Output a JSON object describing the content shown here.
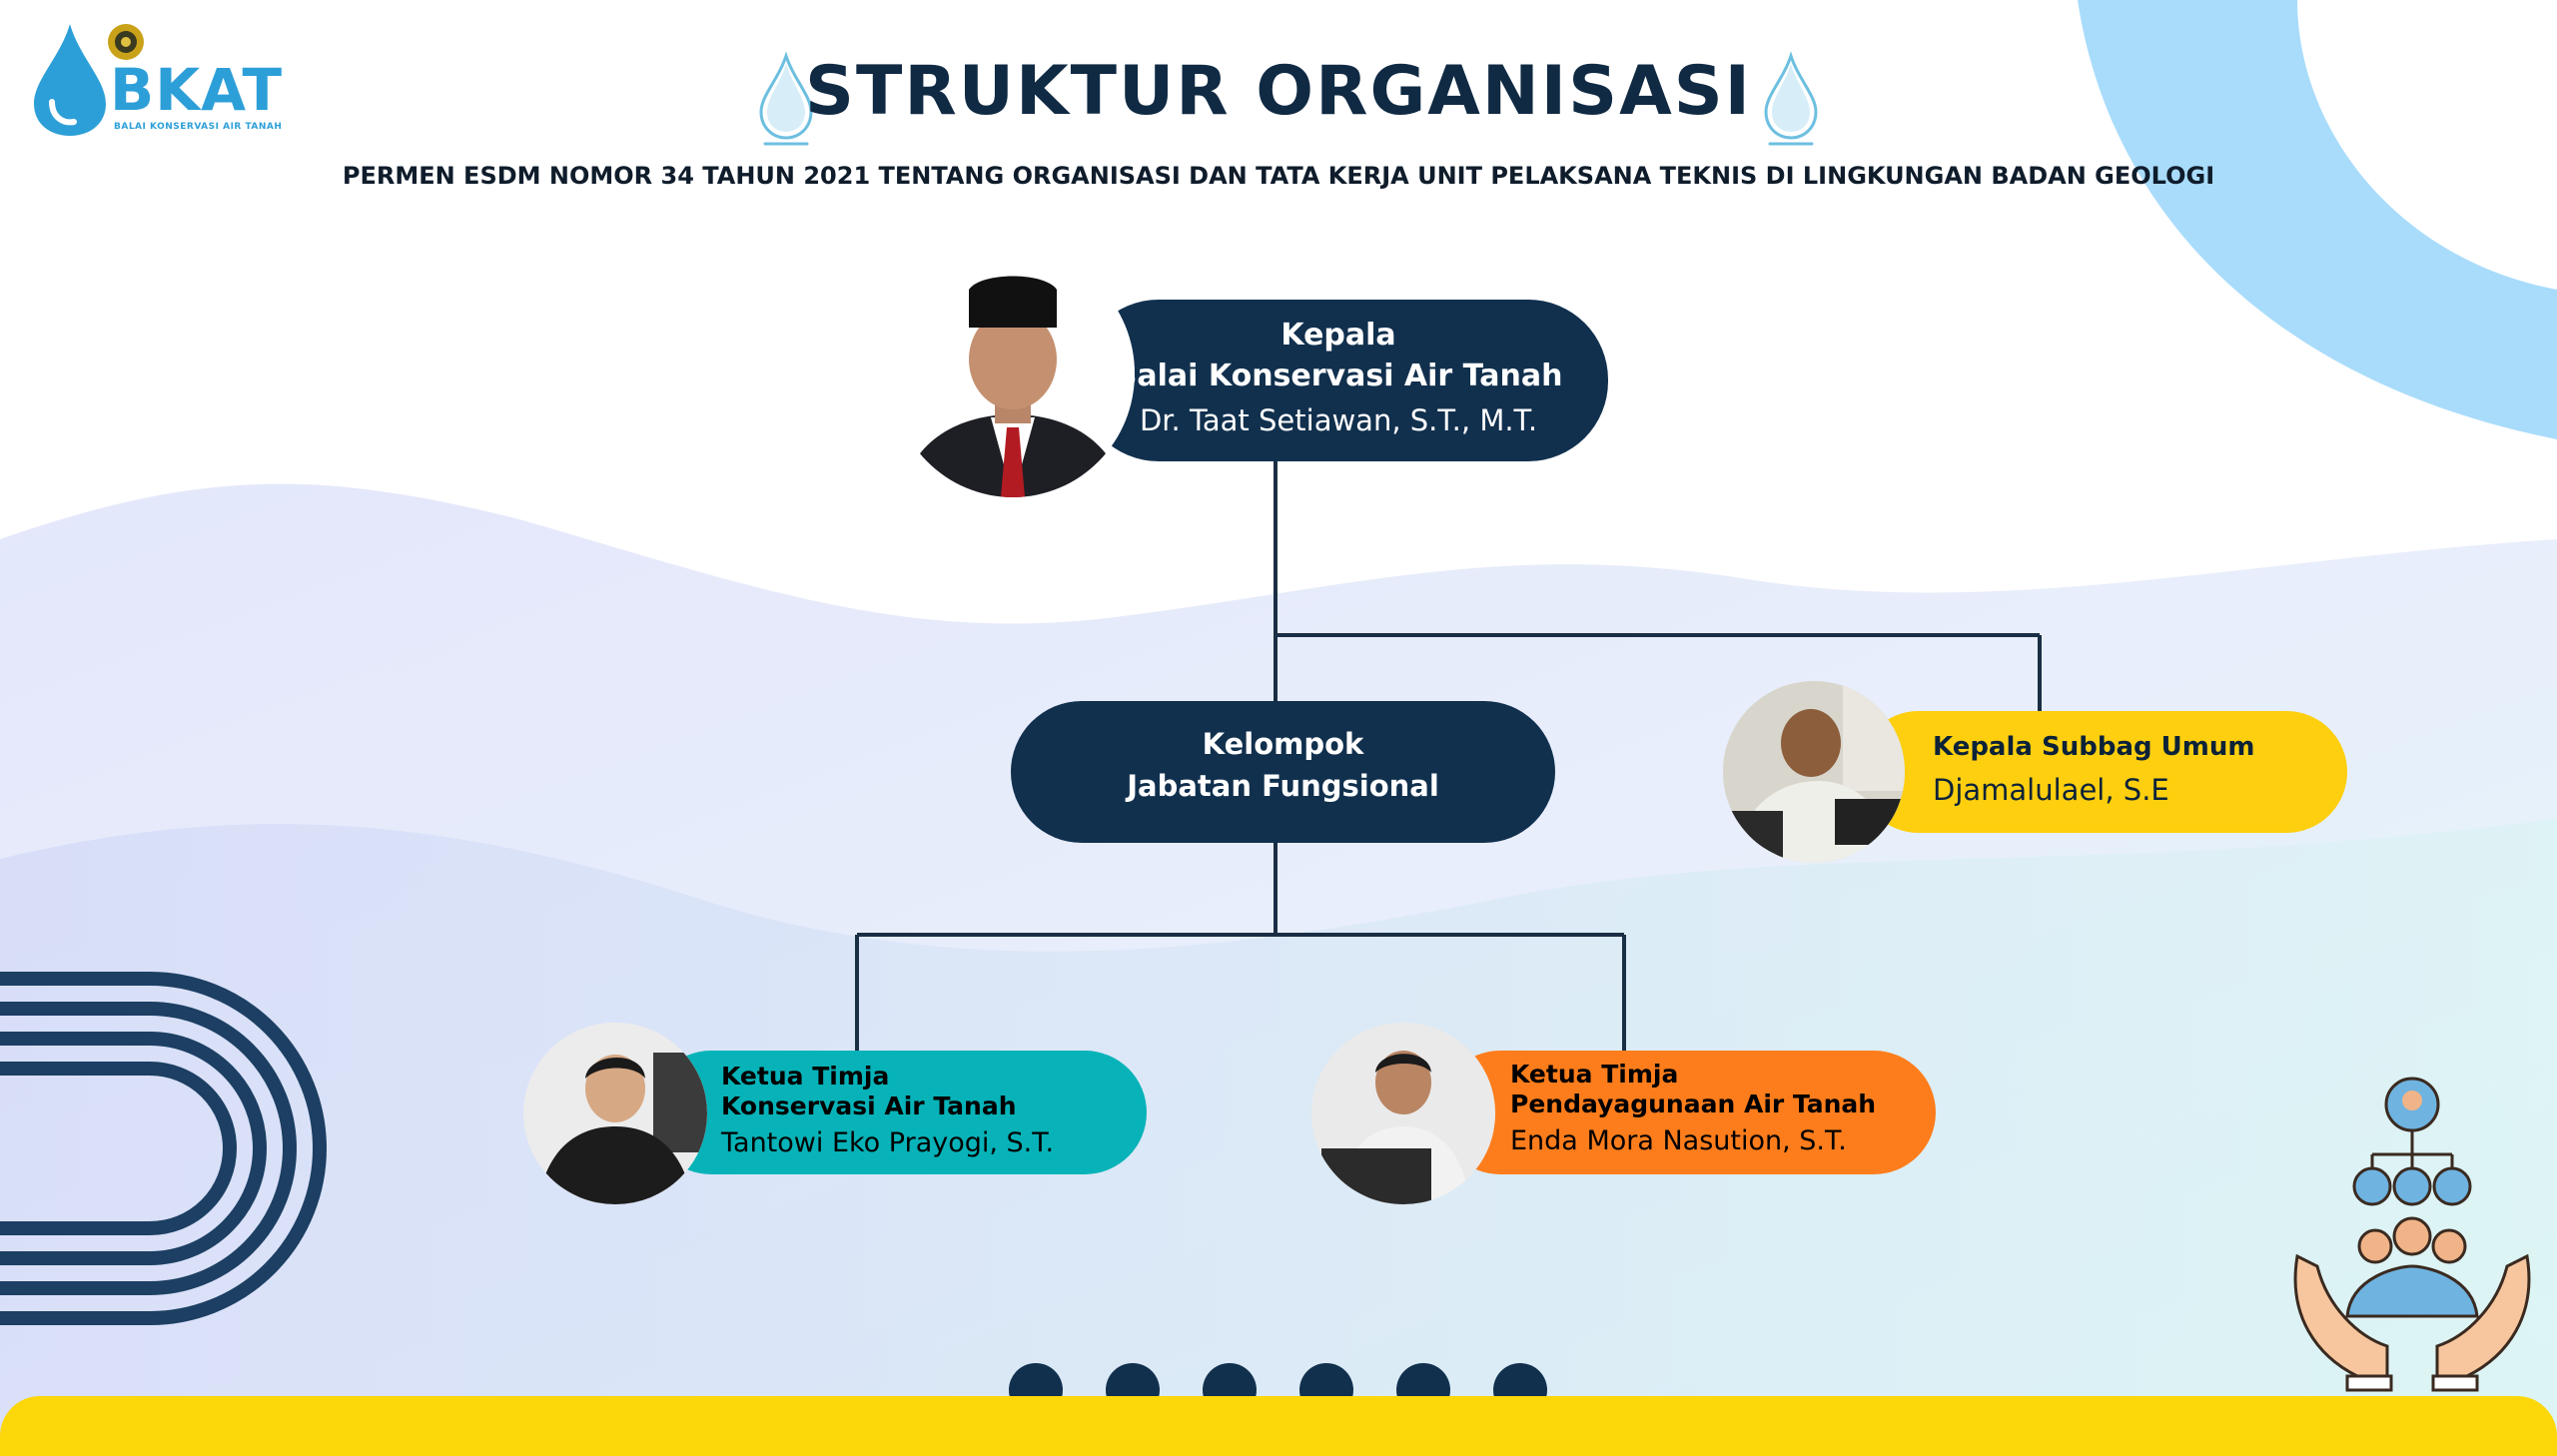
{
  "logo": {
    "name": "BKAT",
    "subtitle": "BALAI KONSERVASI AIR TANAH"
  },
  "header": {
    "title": "STRUKTUR ORGANISASI",
    "subtitle": "PERMEN ESDM NOMOR 34 TAHUN 2021 TENTANG ORGANISASI DAN TATA KERJA UNIT PELAKSANA TEKNIS DI LINGKUNGAN BADAN GEOLOGI"
  },
  "org": {
    "head": {
      "line1": "Kepala",
      "line2": "Balai Konservasi Air Tanah",
      "name": "Dr. Taat Setiawan, S.T., M.T."
    },
    "functional": {
      "line1": "Kelompok",
      "line2": "Jabatan Fungsional"
    },
    "subbag": {
      "role": "Kepala Subbag Umum",
      "name": "Djamalulael, S.E"
    },
    "konservasi": {
      "line1": "Ketua Timja",
      "line2": "Konservasi Air Tanah",
      "name": "Tantowi Eko Prayogi, S.T."
    },
    "pendayagunaan": {
      "line1": "Ketua Timja",
      "line2": "Pendayagunaan Air Tanah",
      "name": "Enda Mora Nasution, S.T."
    }
  },
  "icons": [
    "water-drop-icon",
    "org-chart-hands-icon"
  ],
  "colors": {
    "navy": "#11304e",
    "teal": "#07b3b8",
    "orange": "#fd7d1c",
    "yellow": "#fdcf0f",
    "blue": "#2d9fd8"
  },
  "pagination": {
    "dots": 6
  }
}
